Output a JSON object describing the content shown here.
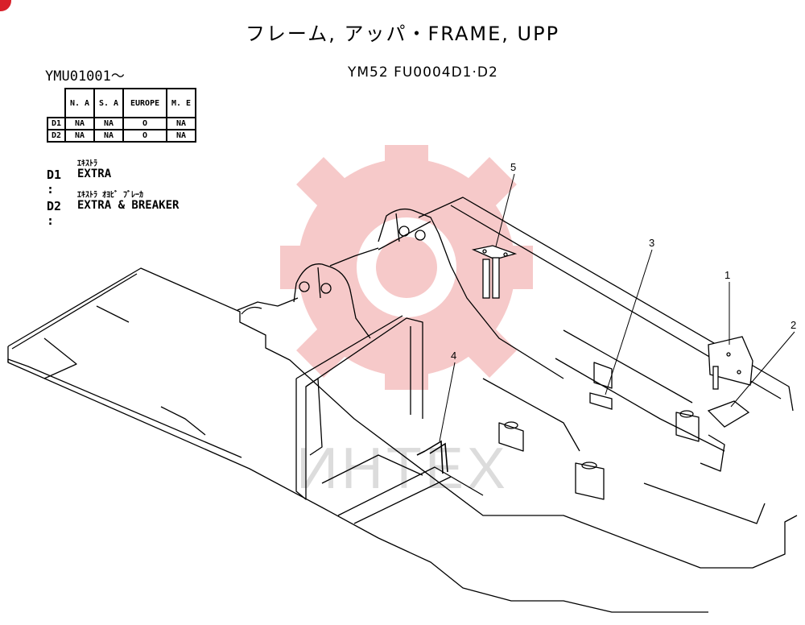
{
  "title": "フレーム, アッパ・FRAME, UPP",
  "serial_range": "YMU01001～",
  "drawing_number": "YM52 FU0004D1·D2",
  "applicability": {
    "headers": [
      "N. A",
      "S. A",
      "EUROPE",
      "M. E"
    ],
    "rows": [
      {
        "code": "D1",
        "cells": [
          "NA",
          "NA",
          "O",
          "NA"
        ]
      },
      {
        "code": "D2",
        "cells": [
          "NA",
          "NA",
          "O",
          "NA"
        ]
      }
    ]
  },
  "legend": [
    {
      "code": "D1",
      "kana": "ｴｷｽﾄﾗ",
      "english": "EXTRA"
    },
    {
      "code": "D2",
      "kana": "ｴｷｽﾄﾗ ｵﾖﾋﾞ ﾌﾞﾚｰｶ",
      "english": "EXTRA & BREAKER"
    }
  ],
  "callouts": [
    "1",
    "2",
    "3",
    "4",
    "5"
  ],
  "watermark_text": "ИНТЕХ",
  "colors": {
    "watermark": "#f6c9c9",
    "corner_badge": "#d8202a",
    "line": "#000000"
  }
}
